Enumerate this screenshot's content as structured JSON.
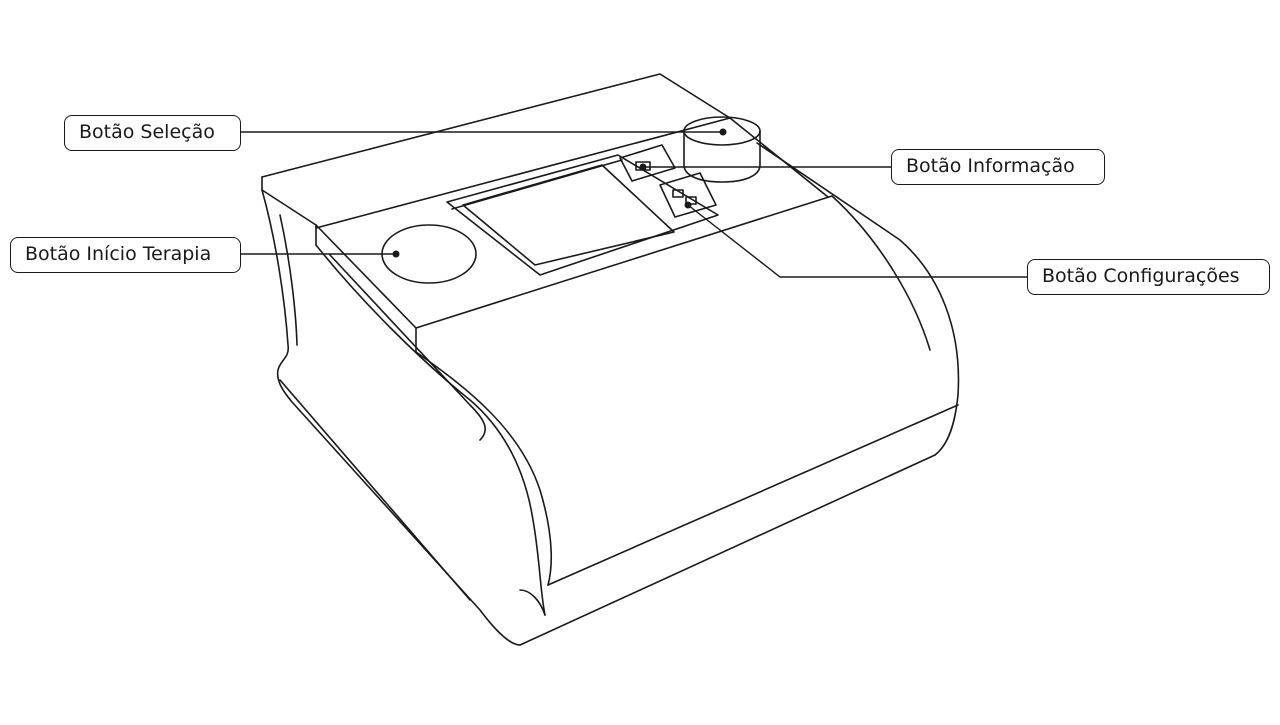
{
  "callouts": {
    "selection_button": "Botão Seleção",
    "start_therapy_button": "Botão Início Terapia",
    "info_button": "Botão Informação",
    "settings_button": "Botão Configurações"
  },
  "colors": {
    "line": "#1a1a1a",
    "background": "#ffffff"
  }
}
